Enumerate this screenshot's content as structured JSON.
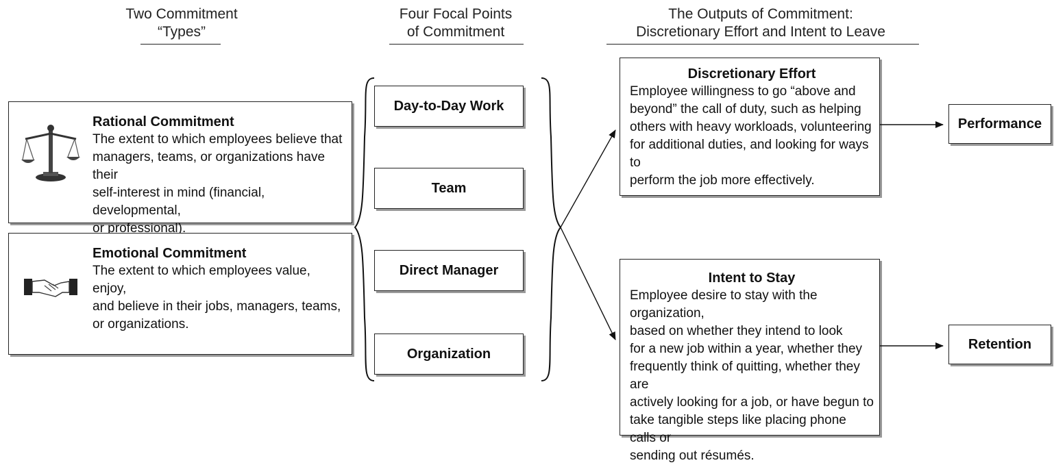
{
  "headers": {
    "commitment_types": {
      "line1": "Two Commitment",
      "line2": "“Types”"
    },
    "focal_points": {
      "line1": "Four Focal Points",
      "line2": "of Commitment"
    },
    "outputs": {
      "line1": "The Outputs of Commitment:",
      "line2": "Discretionary Effort and Intent to Leave"
    }
  },
  "commitment_types": [
    {
      "title": "Rational Commitment",
      "icon": "scales-icon",
      "lines": [
        "The extent to which employees believe that",
        "managers, teams, or organizations have their",
        "self-interest in mind (financial, developmental,",
        "or professional)."
      ]
    },
    {
      "title": "Emotional Commitment",
      "icon": "handshake-icon",
      "lines": [
        "The extent to which employees value, enjoy,",
        "and believe in their jobs, managers, teams,",
        "or organizations."
      ]
    }
  ],
  "focal_points": [
    "Day-to-Day Work",
    "Team",
    "Direct Manager",
    "Organization"
  ],
  "outputs": [
    {
      "title": "Discretionary Effort",
      "lines": [
        "Employee willingness to go “above and",
        "beyond” the call of duty, such as helping",
        "others with heavy workloads, volunteering",
        "for additional duties, and looking for ways to",
        "perform the job more effectively."
      ],
      "result": "Performance"
    },
    {
      "title": "Intent to Stay",
      "lines": [
        "Employee desire to stay with the organization,",
        "based on whether they intend to look",
        "for a new job within a year, whether they",
        "frequently think of quitting, whether they are",
        "actively looking for a job, or have begun to",
        "take tangible steps like placing phone calls or",
        "sending out résumés."
      ],
      "result": "Retention"
    }
  ]
}
